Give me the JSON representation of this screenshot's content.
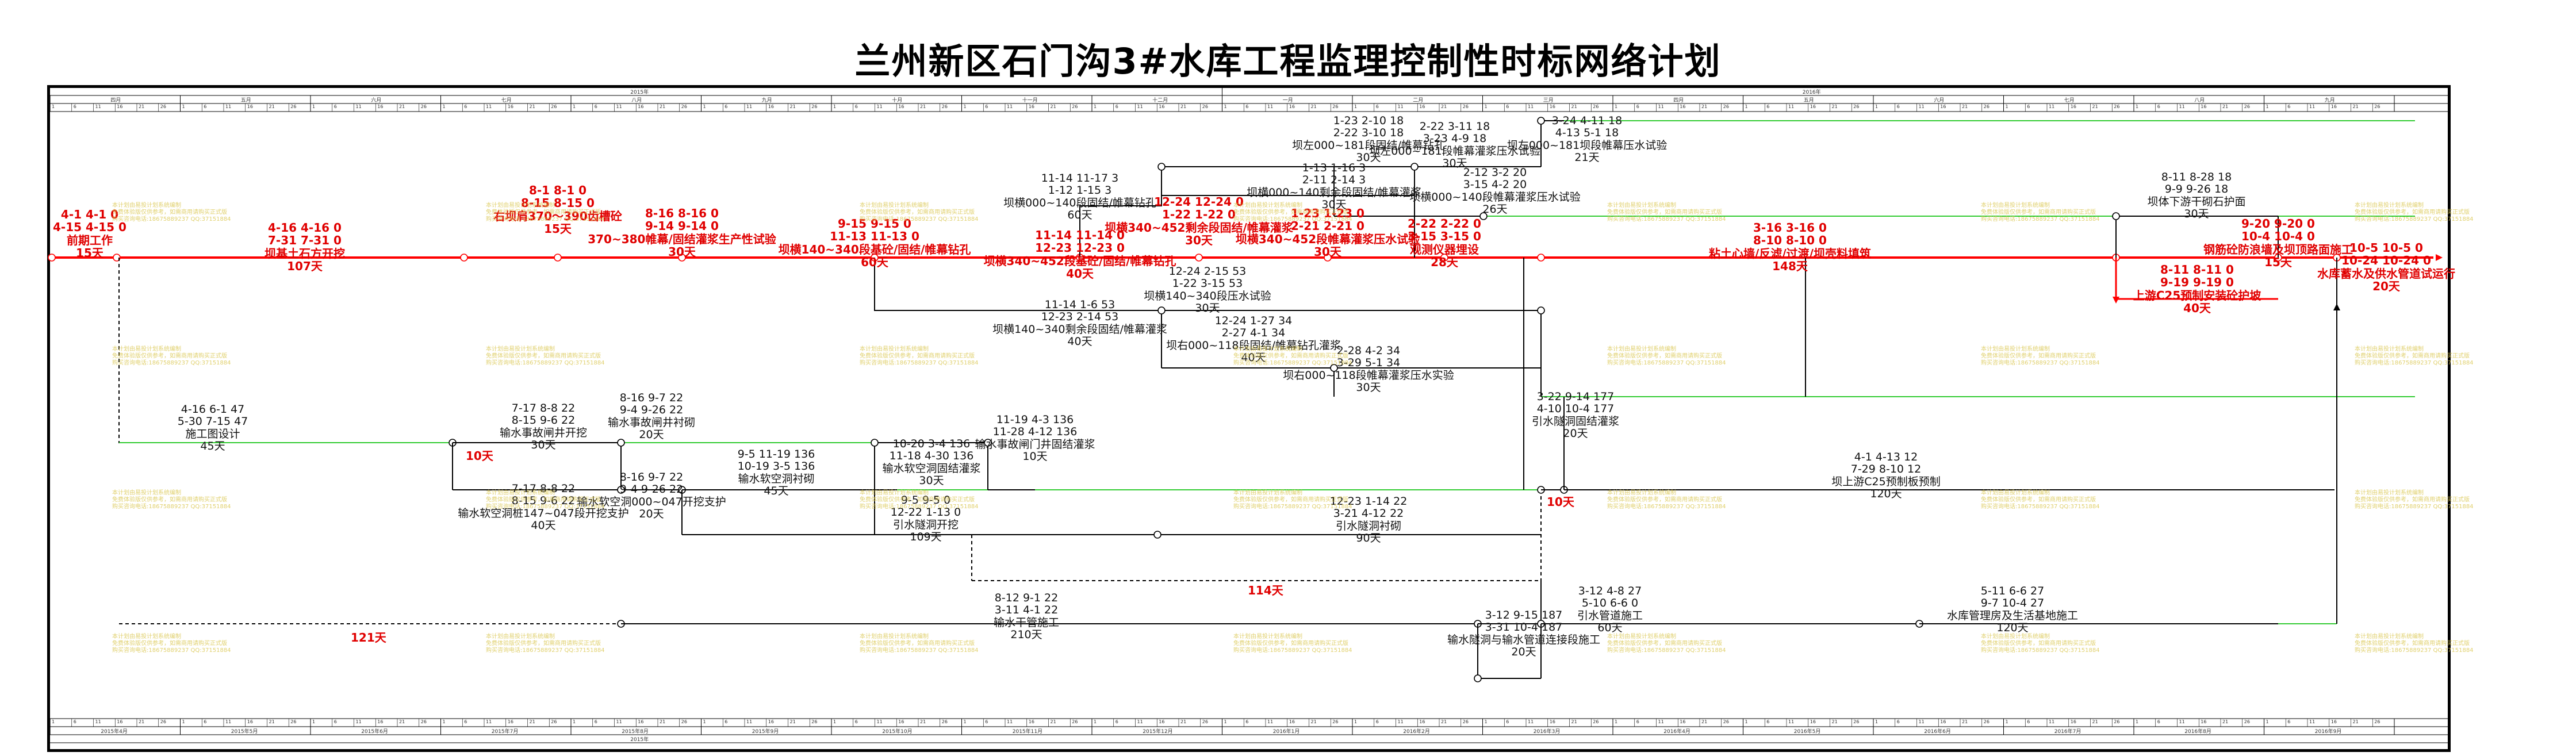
{
  "title": "兰州新区石门沟3#水库工程监理控制性时标网络计划",
  "timescale": {
    "top_years": [
      "2015年",
      "2016年"
    ],
    "top_months": [
      "四月",
      "五月",
      "六月",
      "七月",
      "八月",
      "九月",
      "十月",
      "十一月",
      "十二月",
      "一月",
      "二月",
      "三月",
      "四月",
      "五月",
      "六月",
      "七月",
      "八月",
      "九月"
    ],
    "bottom_months": [
      "2015年4月",
      "2015年5月",
      "2015年6月",
      "2015年7月",
      "2015年8月",
      "2015年9月",
      "2015年10月",
      "2015年11月",
      "2015年12月",
      "2016年1月",
      "2016年2月",
      "2016年3月",
      "2016年4月",
      "2016年5月",
      "2016年6月",
      "2016年7月",
      "2016年8月",
      "2016年9月"
    ],
    "bottom_year": "2015年",
    "day_ticks": [
      "1",
      "6",
      "11",
      "16",
      "21",
      "26"
    ]
  },
  "watermark": [
    "本计划由易投计划系统编制",
    "免费体验版仅供参考，如需商用请购买正式版",
    "购买咨询电话:18675889237 QQ:37151884"
  ],
  "activities": [
    {
      "id": "a1",
      "critical": true,
      "dates": [
        "4-1 4-1 0",
        "4-15 4-15 0"
      ],
      "name": "前期工作",
      "dur": "15天"
    },
    {
      "id": "a2",
      "critical": true,
      "dates": [
        "4-16 4-16 0",
        "7-31 7-31 0"
      ],
      "name": "坝基土石方开挖",
      "dur": "107天"
    },
    {
      "id": "a3",
      "critical": true,
      "dates": [
        "8-1 8-1 0",
        "8-15 8-15 0"
      ],
      "name": "右坝肩370～390齿槽砼",
      "dur": "15天"
    },
    {
      "id": "a4",
      "critical": true,
      "dates": [
        "8-16 8-16 0",
        "9-14 9-14 0"
      ],
      "name": "370~380帷幕/固结灌浆生产性试验",
      "dur": "30天"
    },
    {
      "id": "a5",
      "critical": true,
      "dates": [
        "9-15 9-15 0",
        "11-13 11-13 0"
      ],
      "name": "坝横140~340段基砼/固结/帷幕钻孔",
      "dur": "60天"
    },
    {
      "id": "a6",
      "critical": true,
      "dates": [
        "11-14 11-14 0",
        "12-23 12-23 0"
      ],
      "name": "坝横340~452段基砼/固结/帷幕钻孔",
      "dur": "40天"
    },
    {
      "id": "a7",
      "critical": true,
      "dates": [
        "12-24 12-24 0",
        "1-22 1-22 0"
      ],
      "name": "坝横340~452剩余段固结/帷幕灌浆",
      "dur": "30天"
    },
    {
      "id": "a8",
      "critical": true,
      "dates": [
        "1-23 1-23 0",
        "2-21 2-21 0"
      ],
      "name": "坝横340~452段帷幕灌浆压水试验",
      "dur": "30天"
    },
    {
      "id": "a9",
      "critical": true,
      "dates": [
        "2-22 2-22 0",
        "3-15 3-15 0"
      ],
      "name": "观测仪器埋设",
      "dur": "28天"
    },
    {
      "id": "a10",
      "critical": true,
      "dates": [
        "3-16 3-16 0",
        "8-10 8-10 0"
      ],
      "name": "粘土心墙/反滤/过渡/坝壳料填筑",
      "dur": "148天"
    },
    {
      "id": "a11",
      "critical": true,
      "dates": [
        "8-11 8-11 0",
        "9-19 9-19 0"
      ],
      "name": "上游C25预制安装砼护坡",
      "dur": "40天"
    },
    {
      "id": "a12",
      "critical": true,
      "dates": [
        "9-20 9-20 0",
        "10-4 10-4 0"
      ],
      "name": "钢筋砼防浪墙及坝顶路面施工",
      "dur": "15天"
    },
    {
      "id": "a13",
      "critical": true,
      "dates": [
        "10-5 10-5 0",
        "10-24 10-24 0"
      ],
      "name": "水库蓄水及供水管道试运行",
      "dur": "20天"
    },
    {
      "id": "b1",
      "dates": [
        "11-14 11-17 3",
        "1-12 1-15 3"
      ],
      "name": "坝横000~140段固结/帷幕钻孔",
      "dur": "60天"
    },
    {
      "id": "b2",
      "dates": [
        "1-23 2-10 18",
        "2-22 3-10 18"
      ],
      "name": "坝左000~181段固结/帷幕钻孔",
      "dur": "30天"
    },
    {
      "id": "b3",
      "dates": [
        "1-13 1-16 3",
        "2-11 2-14 3"
      ],
      "name": "坝横000~140剩余段固结/帷幕灌浆",
      "dur": "30天"
    },
    {
      "id": "b4",
      "dates": [
        "2-22 3-11 18",
        "3-23 4-9 18"
      ],
      "name": "坝左000~181段帷幕灌浆压水试验",
      "dur": "30天"
    },
    {
      "id": "b5",
      "dates": [
        "2-12 3-2 20",
        "3-15 4-2 20"
      ],
      "name": "坝横000~140段帷幕灌浆压水试验",
      "dur": "26天"
    },
    {
      "id": "b6",
      "dates": [
        "3-24 4-11 18",
        "4-13 5-1 18"
      ],
      "name": "坝左000~181坝段帷幕压水试验",
      "dur": "21天"
    },
    {
      "id": "b7",
      "dates": [
        "11-14 1-6 53",
        "12-23 2-14 53"
      ],
      "name": "坝横140~340剩余段固结/帷幕灌浆",
      "dur": "40天"
    },
    {
      "id": "b8",
      "dates": [
        "12-24 2-15 53",
        "1-22 3-15 53"
      ],
      "name": "坝横140~340段压水试验",
      "dur": "30天"
    },
    {
      "id": "b9",
      "dates": [
        "12-24 1-27 34",
        "2-27 4-1 34"
      ],
      "name": "坝右000~118段固结/帷幕钻孔灌浆",
      "dur": "40天"
    },
    {
      "id": "b10",
      "dates": [
        "2-28 4-2 34",
        "3-29 5-1 34"
      ],
      "name": "坝右000~118段帷幕灌浆压水实验",
      "dur": "30天"
    },
    {
      "id": "b11",
      "dates": [
        "8-11 8-28 18",
        "9-9 9-26 18"
      ],
      "name": "坝体下游干砌石护面",
      "dur": "30天"
    },
    {
      "id": "c1",
      "dates": [
        "4-16 6-1 47",
        "5-30 7-15 47"
      ],
      "name": "施工图设计",
      "dur": "45天"
    },
    {
      "id": "c2",
      "dates": [
        "7-17 8-8 22",
        "8-15 9-6 22"
      ],
      "name": "输水事故闸井开挖",
      "dur": "30天"
    },
    {
      "id": "c3",
      "dates": [
        "8-16 9-7 22",
        "9-4 9-26 22"
      ],
      "name": "输水事故闸井衬砌",
      "dur": "20天"
    },
    {
      "id": "c4",
      "dates": [
        "7-17 8-8 22",
        "8-15 9-6 22"
      ],
      "name": "输水软空洞桩147~047段开挖支护",
      "dur": "40天"
    },
    {
      "id": "c5",
      "dates": [
        "8-16 9-7 22",
        "9-4 9-26 22"
      ],
      "name": "输水软空洞000~047开挖支护",
      "dur": "20天"
    },
    {
      "id": "c6",
      "dates": [
        "9-5 11-19 136",
        "10-19 3-5 136"
      ],
      "name": "输水软空洞衬砌",
      "dur": "45天"
    },
    {
      "id": "c7",
      "dates": [
        "10-20 3-4 136",
        "11-18 4-30 136"
      ],
      "name": "输水软空洞固结灌浆",
      "dur": "30天"
    },
    {
      "id": "c8",
      "dates": [
        "11-19 4-3 136",
        "11-28 4-12 136"
      ],
      "name": "输水事故闸门井固结灌浆",
      "dur": "10天"
    },
    {
      "id": "c9",
      "dates": [
        "9-5 9-5 0",
        "12-22 1-13 0"
      ],
      "name": "引水隧洞开挖",
      "dur": "109天"
    },
    {
      "id": "c10",
      "dates": [
        "12-23 1-14 22",
        "3-21 4-12 22"
      ],
      "name": "引水隧洞衬砌",
      "dur": "90天"
    },
    {
      "id": "c11",
      "dates": [
        "3-22 9-14 177",
        "4-10 10-4 177"
      ],
      "name": "引水隧洞固结灌浆",
      "dur": "20天"
    },
    {
      "id": "c12",
      "dates": [
        "4-1 4-13 12",
        "7-29 8-10 12"
      ],
      "name": "坝上游C25预制板预制",
      "dur": "120天"
    },
    {
      "id": "c13",
      "dates": [
        "8-12 9-1 22",
        "3-11 4-1 22"
      ],
      "name": "输水干管施工",
      "dur": "210天"
    },
    {
      "id": "c14",
      "dates": [
        "3-12 9-15 187",
        "3-31 10-4 187"
      ],
      "name": "输水隧洞与输水管道连接段施工",
      "dur": "20天"
    },
    {
      "id": "c15",
      "dates": [
        "3-12 4-8 27",
        "5-10 6-6 0"
      ],
      "name": "引水管道施工",
      "dur": "60天"
    },
    {
      "id": "c16",
      "dates": [
        "5-11 6-6 27",
        "9-7 10-4 27"
      ],
      "name": "水库管理房及生活基地施工",
      "dur": "120天"
    }
  ],
  "floats": [
    {
      "id": "f1",
      "text": "10天"
    },
    {
      "id": "f2",
      "text": "114天"
    },
    {
      "id": "f3",
      "text": "121天"
    },
    {
      "id": "f4",
      "text": "10天"
    }
  ],
  "colors": {
    "critical": "#ff0000",
    "normal": "#000000",
    "free_float": "#33cc33",
    "watermark": "#d9c54a"
  }
}
